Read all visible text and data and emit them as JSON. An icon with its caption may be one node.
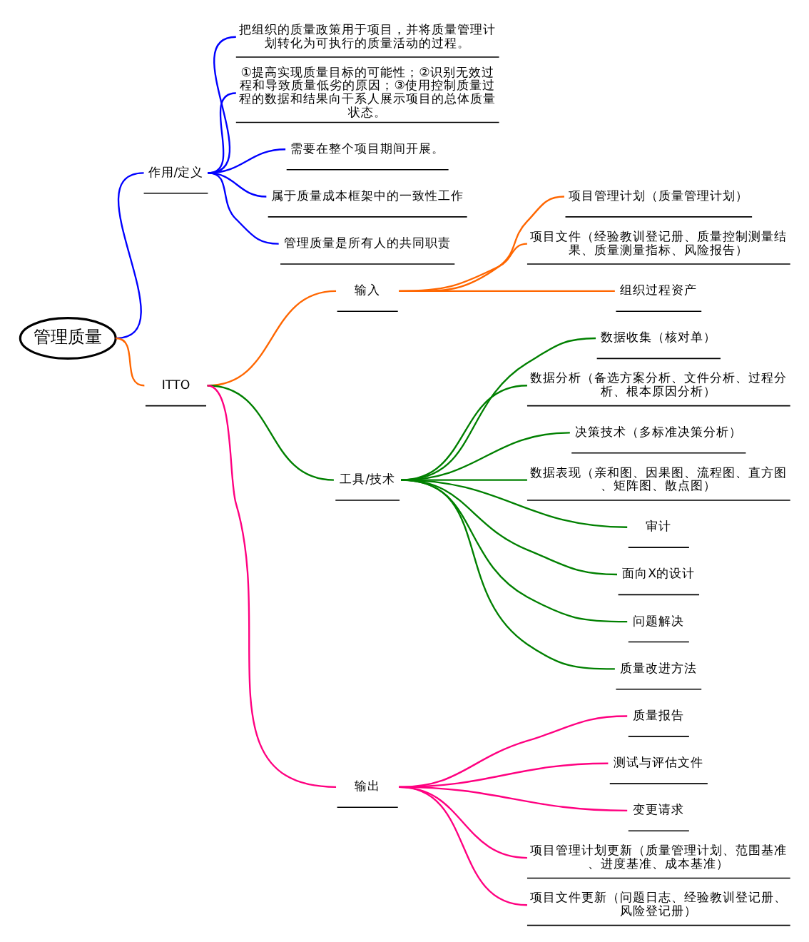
{
  "diagram": {
    "nodes": [
      {
        "text": [
          "管理质量"
        ]
      },
      {
        "text": [
          "作用/定义"
        ]
      },
      {
        "text": [
          "把组织的质量政策用于项目，并将质量管理计划转化为可执行的质量活动的过程。"
        ]
      },
      {
        "text": [
          "①提高实现质量目标的可能性；②识别无效过程和导致质量低劣的原因；③使用控制质量过程的数据和结果向干系人展示项目的总体质量状态。"
        ]
      },
      {
        "text": [
          "需要在整个项目期间开展。"
        ]
      },
      {
        "text": [
          "属于质量成本框架中的一致性工作"
        ]
      },
      {
        "text": [
          "管理质量是所有人的共同职责"
        ]
      },
      {
        "text": [
          "ITTO"
        ]
      },
      {
        "text": [
          "输入"
        ]
      },
      {
        "text": [
          "项目管理计划（质量管理计划）"
        ]
      },
      {
        "text": [
          "项目文件（经验教训登记册、质量控制测量结果、质量测量指标、风险报告）"
        ]
      },
      {
        "text": [
          "组织过程资产"
        ]
      },
      {
        "text": [
          "工具/技术"
        ]
      },
      {
        "text": [
          "数据收集（核对单）"
        ]
      },
      {
        "text": [
          "数据分析（备选方案分析、文件分析、过程分析、根本原因分析）"
        ]
      },
      {
        "text": [
          "决策技术（多标准决策分析）"
        ]
      },
      {
        "text": [
          "数据表现（亲和图、因果图、流程图、直方图、矩阵图、散点图）"
        ]
      },
      {
        "text": [
          "审计"
        ]
      },
      {
        "text": [
          "面向X的设计"
        ]
      },
      {
        "text": [
          "问题解决"
        ]
      },
      {
        "text": [
          "质量改进方法"
        ]
      },
      {
        "text": [
          "输出"
        ]
      },
      {
        "text": [
          "质量报告"
        ]
      },
      {
        "text": [
          "测试与评估文件"
        ]
      },
      {
        "text": [
          "变更请求"
        ]
      },
      {
        "text": [
          "项目管理计划更新（质量管理计划、范围基准、进度基准、成本基准）"
        ]
      },
      {
        "text": [
          "项目文件更新（问题日志、经验教训登记册、风险登记册）"
        ]
      }
    ],
    "edges": [
      {
        "from": 0,
        "to": 1,
        "arrow": "none",
        "color": "#0000ff"
      },
      {
        "from": 1,
        "to": 2,
        "arrow": "none",
        "color": "#0000ff"
      },
      {
        "from": 1,
        "to": 3,
        "arrow": "none",
        "color": "#0000ff"
      },
      {
        "from": 1,
        "to": 4,
        "arrow": "none",
        "color": "#0000ff"
      },
      {
        "from": 1,
        "to": 5,
        "arrow": "none",
        "color": "#0000ff"
      },
      {
        "from": 1,
        "to": 6,
        "arrow": "none",
        "color": "#0000ff"
      },
      {
        "from": 0,
        "to": 7,
        "arrow": "none",
        "color": "#ff6600"
      },
      {
        "from": 7,
        "to": 8,
        "arrow": "none",
        "color": "#ff6600"
      },
      {
        "from": 8,
        "to": 9,
        "arrow": "none",
        "color": "#ff6600"
      },
      {
        "from": 8,
        "to": 10,
        "arrow": "none",
        "color": "#ff6600"
      },
      {
        "from": 8,
        "to": 11,
        "arrow": "none",
        "color": "#ff6600"
      },
      {
        "from": 7,
        "to": 12,
        "arrow": "none",
        "color": "#008000"
      },
      {
        "from": 12,
        "to": 13,
        "arrow": "none",
        "color": "#008000"
      },
      {
        "from": 12,
        "to": 14,
        "arrow": "none",
        "color": "#008000"
      },
      {
        "from": 12,
        "to": 15,
        "arrow": "none",
        "color": "#008000"
      },
      {
        "from": 12,
        "to": 16,
        "arrow": "none",
        "color": "#008000"
      },
      {
        "from": 12,
        "to": 17,
        "arrow": "none",
        "color": "#008000"
      },
      {
        "from": 12,
        "to": 18,
        "arrow": "none",
        "color": "#008000"
      },
      {
        "from": 12,
        "to": 19,
        "arrow": "none",
        "color": "#008000"
      },
      {
        "from": 12,
        "to": 20,
        "arrow": "none",
        "color": "#008000"
      },
      {
        "from": 7,
        "to": 21,
        "arrow": "none",
        "color": "#ff0080"
      },
      {
        "from": 21,
        "to": 22,
        "arrow": "none",
        "color": "#ff0080"
      },
      {
        "from": 21,
        "to": 23,
        "arrow": "none",
        "color": "#ff0080"
      },
      {
        "from": 21,
        "to": 24,
        "arrow": "none",
        "color": "#ff0080"
      },
      {
        "from": 21,
        "to": 25,
        "arrow": "none",
        "color": "#ff0080"
      },
      {
        "from": 21,
        "to": 26,
        "arrow": "none",
        "color": "#ff0080"
      }
    ]
  }
}
